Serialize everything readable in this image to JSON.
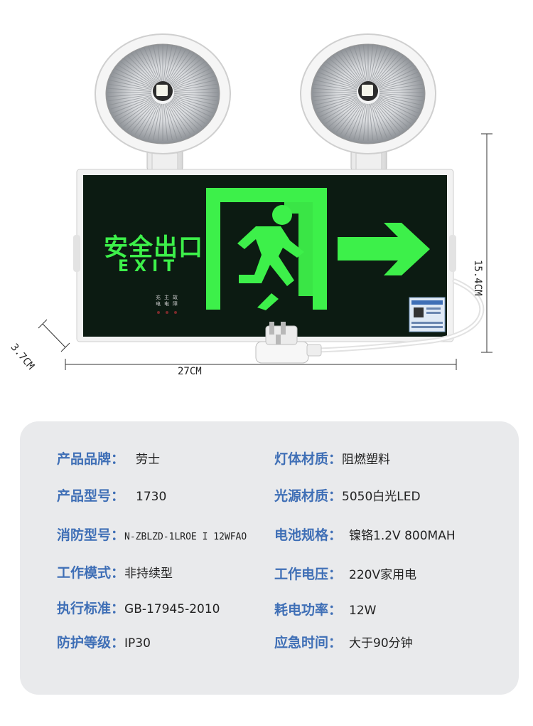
{
  "sign": {
    "title_cn": "安全出口",
    "title_en": "EXIT",
    "indicators": [
      "充电",
      "主电",
      "故障"
    ]
  },
  "dimensions": {
    "width": "27CM",
    "height": "15.4CM",
    "depth": "3.7CM"
  },
  "colors": {
    "sign_green": "#3df04a",
    "panel_bg": "#e9eaec",
    "key_blue": "#3f6fb6"
  },
  "specs": {
    "left": [
      {
        "key": "产品品牌：",
        "value": "劳士"
      },
      {
        "key": "产品型号：",
        "value": "1730"
      },
      {
        "key": "消防型号：",
        "value": "N-ZBLZD-1LROE I 12WFAO"
      },
      {
        "key": "工作模式：",
        "value": "非持续型"
      },
      {
        "key": "执行标准：",
        "value": "GB-17945-2010"
      },
      {
        "key": "防护等级：",
        "value": "IP30"
      }
    ],
    "right": [
      {
        "key": "灯体材质：",
        "value": "阻燃塑料"
      },
      {
        "key": "光源材质：",
        "value": "5050白光LED"
      },
      {
        "key": "电池规格：",
        "value": "镍铬1.2V 800MAH"
      },
      {
        "key": "工作电压：",
        "value": "220V家用电"
      },
      {
        "key": "耗电功率：",
        "value": "12W"
      },
      {
        "key": "应急时间：",
        "value": "大于90分钟"
      }
    ]
  }
}
